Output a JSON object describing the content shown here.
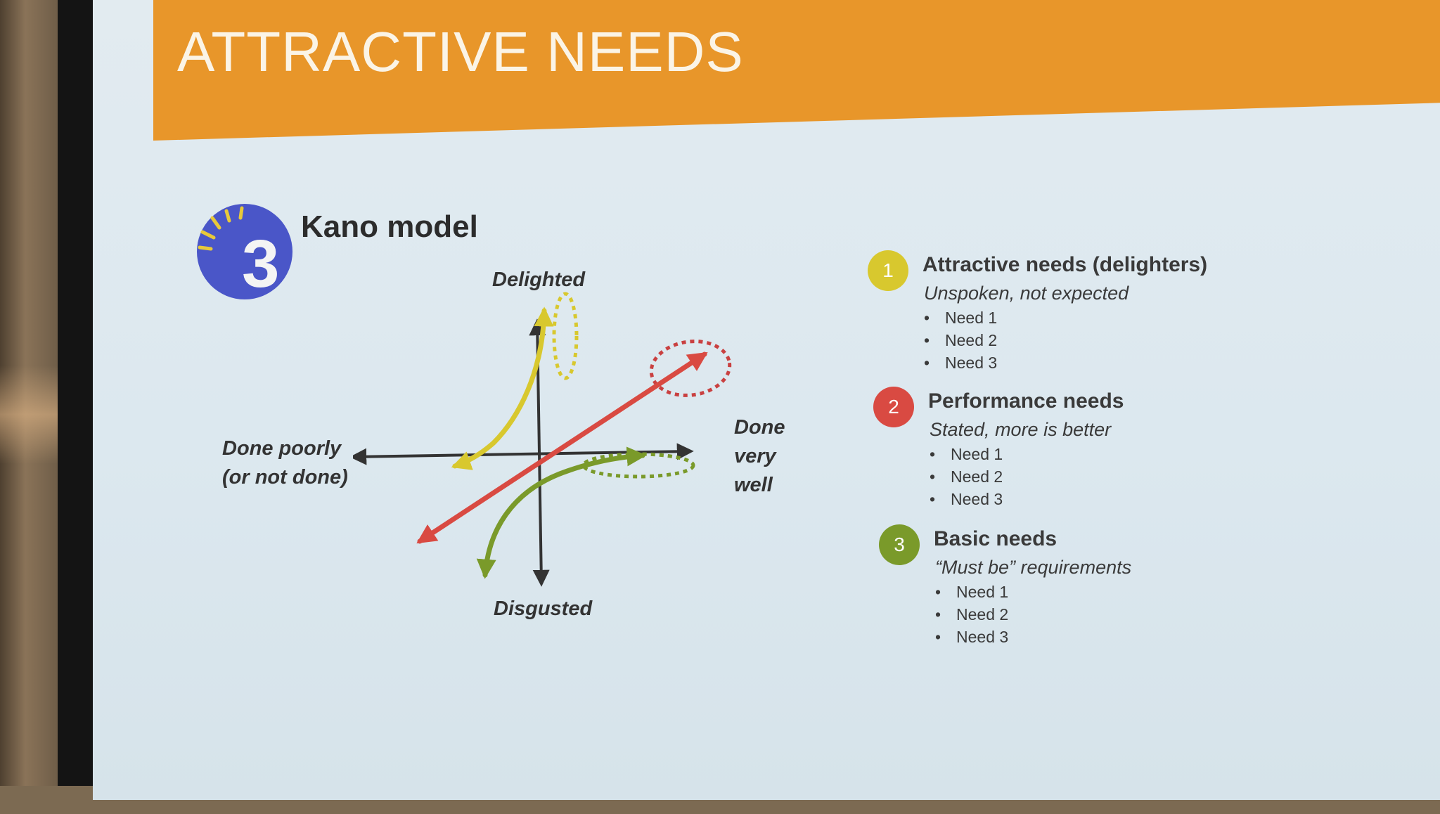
{
  "slide": {
    "title": "ATTRACTIVE NEEDS",
    "colors": {
      "banner": "#e8962a",
      "icon_blue": "#4a56c8",
      "attractive": "#d8c82e",
      "performance": "#d94a42",
      "basic": "#7a9a2a"
    }
  },
  "kano": {
    "badge_number": "3",
    "title": "Kano model",
    "icon": "numbered-sunburst-icon"
  },
  "diagram": {
    "top_label": "Delighted",
    "bottom_label": "Disgusted",
    "left_label_lines": [
      "Done poorly",
      "(or not done)"
    ],
    "right_label_lines": [
      "Done",
      "very",
      "well"
    ]
  },
  "legend": [
    {
      "number": "1",
      "title": "Attractive needs (delighters)",
      "subtitle": "Unspoken, not expected",
      "items": [
        "Need 1",
        "Need 2",
        "Need 3"
      ]
    },
    {
      "number": "2",
      "title": "Performance needs",
      "subtitle": "Stated, more is better",
      "items": [
        "Need 1",
        "Need 2",
        "Need 3"
      ]
    },
    {
      "number": "3",
      "title": "Basic needs",
      "subtitle": "“Must be” requirements",
      "items": [
        "Need 1",
        "Need 2",
        "Need 3"
      ]
    }
  ]
}
